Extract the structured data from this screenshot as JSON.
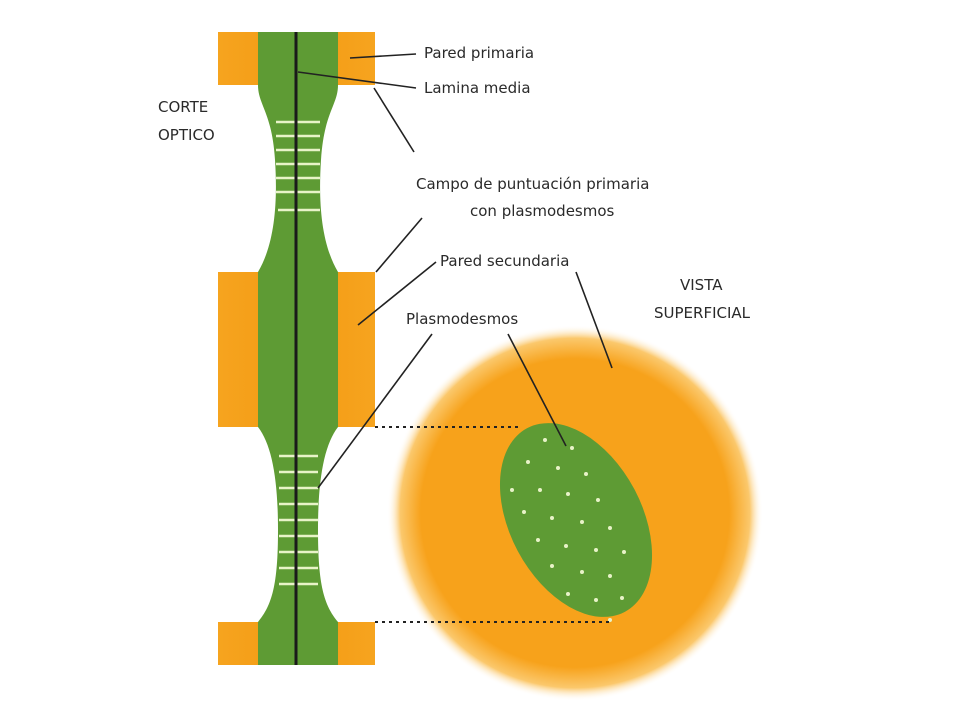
{
  "labels": {
    "corte_optico_1": "CORTE",
    "corte_optico_2": "OPTICO",
    "pared_primaria": "Pared primaria",
    "lamina_media": "Lamina media",
    "campo_1": "Campo de puntuación primaria",
    "campo_2": "con plasmodesmos",
    "pared_secundaria": "Pared secundaria",
    "plasmodesmos": "Plasmodesmos",
    "vista_1": "VISTA",
    "vista_2": "SUPERFICIAL"
  },
  "colors": {
    "orange": "#f7a21b",
    "green": "#5e9b34",
    "line": "#222222",
    "pore": "#e8f3c8"
  }
}
